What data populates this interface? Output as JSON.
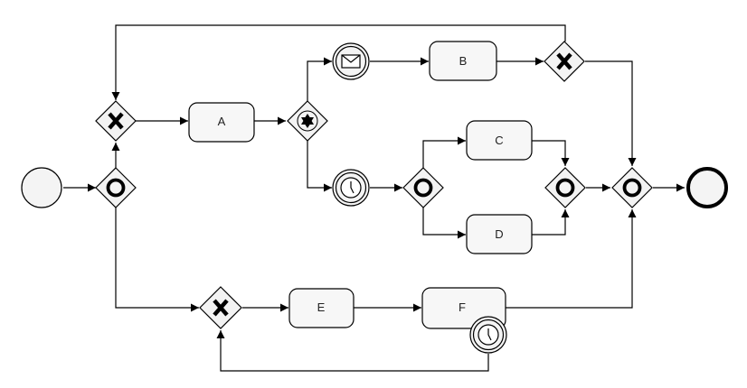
{
  "diagram": {
    "tasks": {
      "a": "A",
      "b": "B",
      "c": "C",
      "d": "D",
      "e": "E",
      "f": "F"
    },
    "elements": {
      "start_event": "start-event",
      "end_event": "end-event",
      "gateway_types": [
        "exclusive-gateway",
        "inclusive-gateway",
        "event-based-gateway"
      ],
      "intermediate_events": [
        "message-catch-event",
        "timer-catch-event",
        "boundary-timer-event"
      ]
    },
    "colors": {
      "stroke": "#000000",
      "gateway_fill": "#f3f3f3",
      "task_fill": "#f7f7f7",
      "event_fill": "#f4f4f4"
    }
  }
}
